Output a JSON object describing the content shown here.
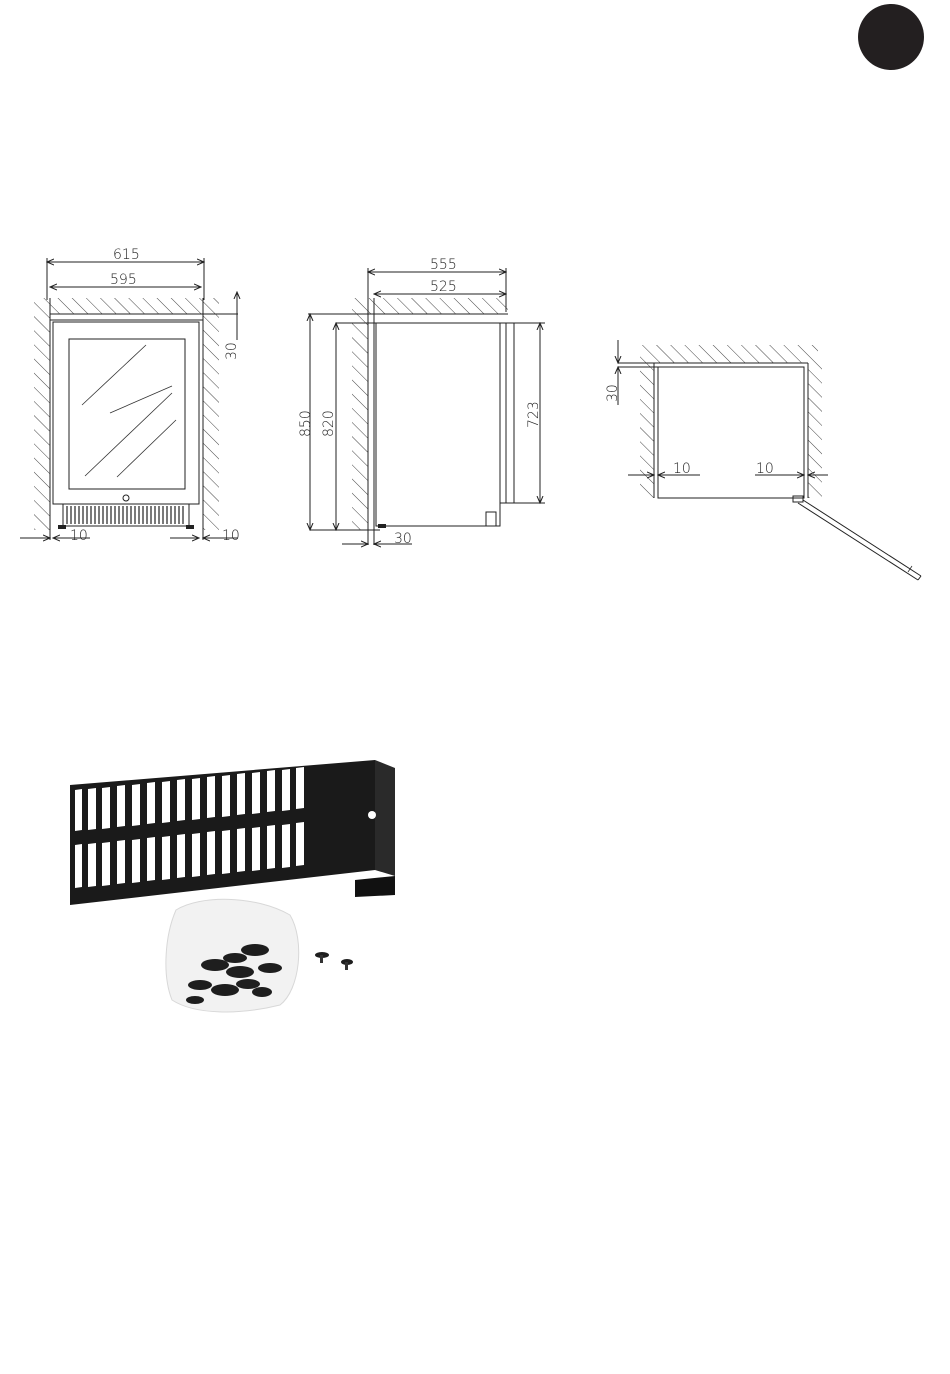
{
  "badge": {
    "color": "#231f20"
  },
  "front_view": {
    "overall_width": "615",
    "unit_width": "595",
    "top_gap": "30",
    "left_gap": "10",
    "right_gap": "10"
  },
  "side_view": {
    "overall_depth": "555",
    "unit_depth": "525",
    "overall_height": "850",
    "unit_height": "820",
    "door_height": "723",
    "rear_gap": "30"
  },
  "top_view": {
    "rear_gap": "30",
    "left_gap": "10",
    "right_gap": "10"
  },
  "kit_photo": {
    "items": [
      "plinth-vent-panel-icon",
      "screw-bag-icon",
      "screw-icon"
    ],
    "panel_color": "#1a1a1a"
  }
}
